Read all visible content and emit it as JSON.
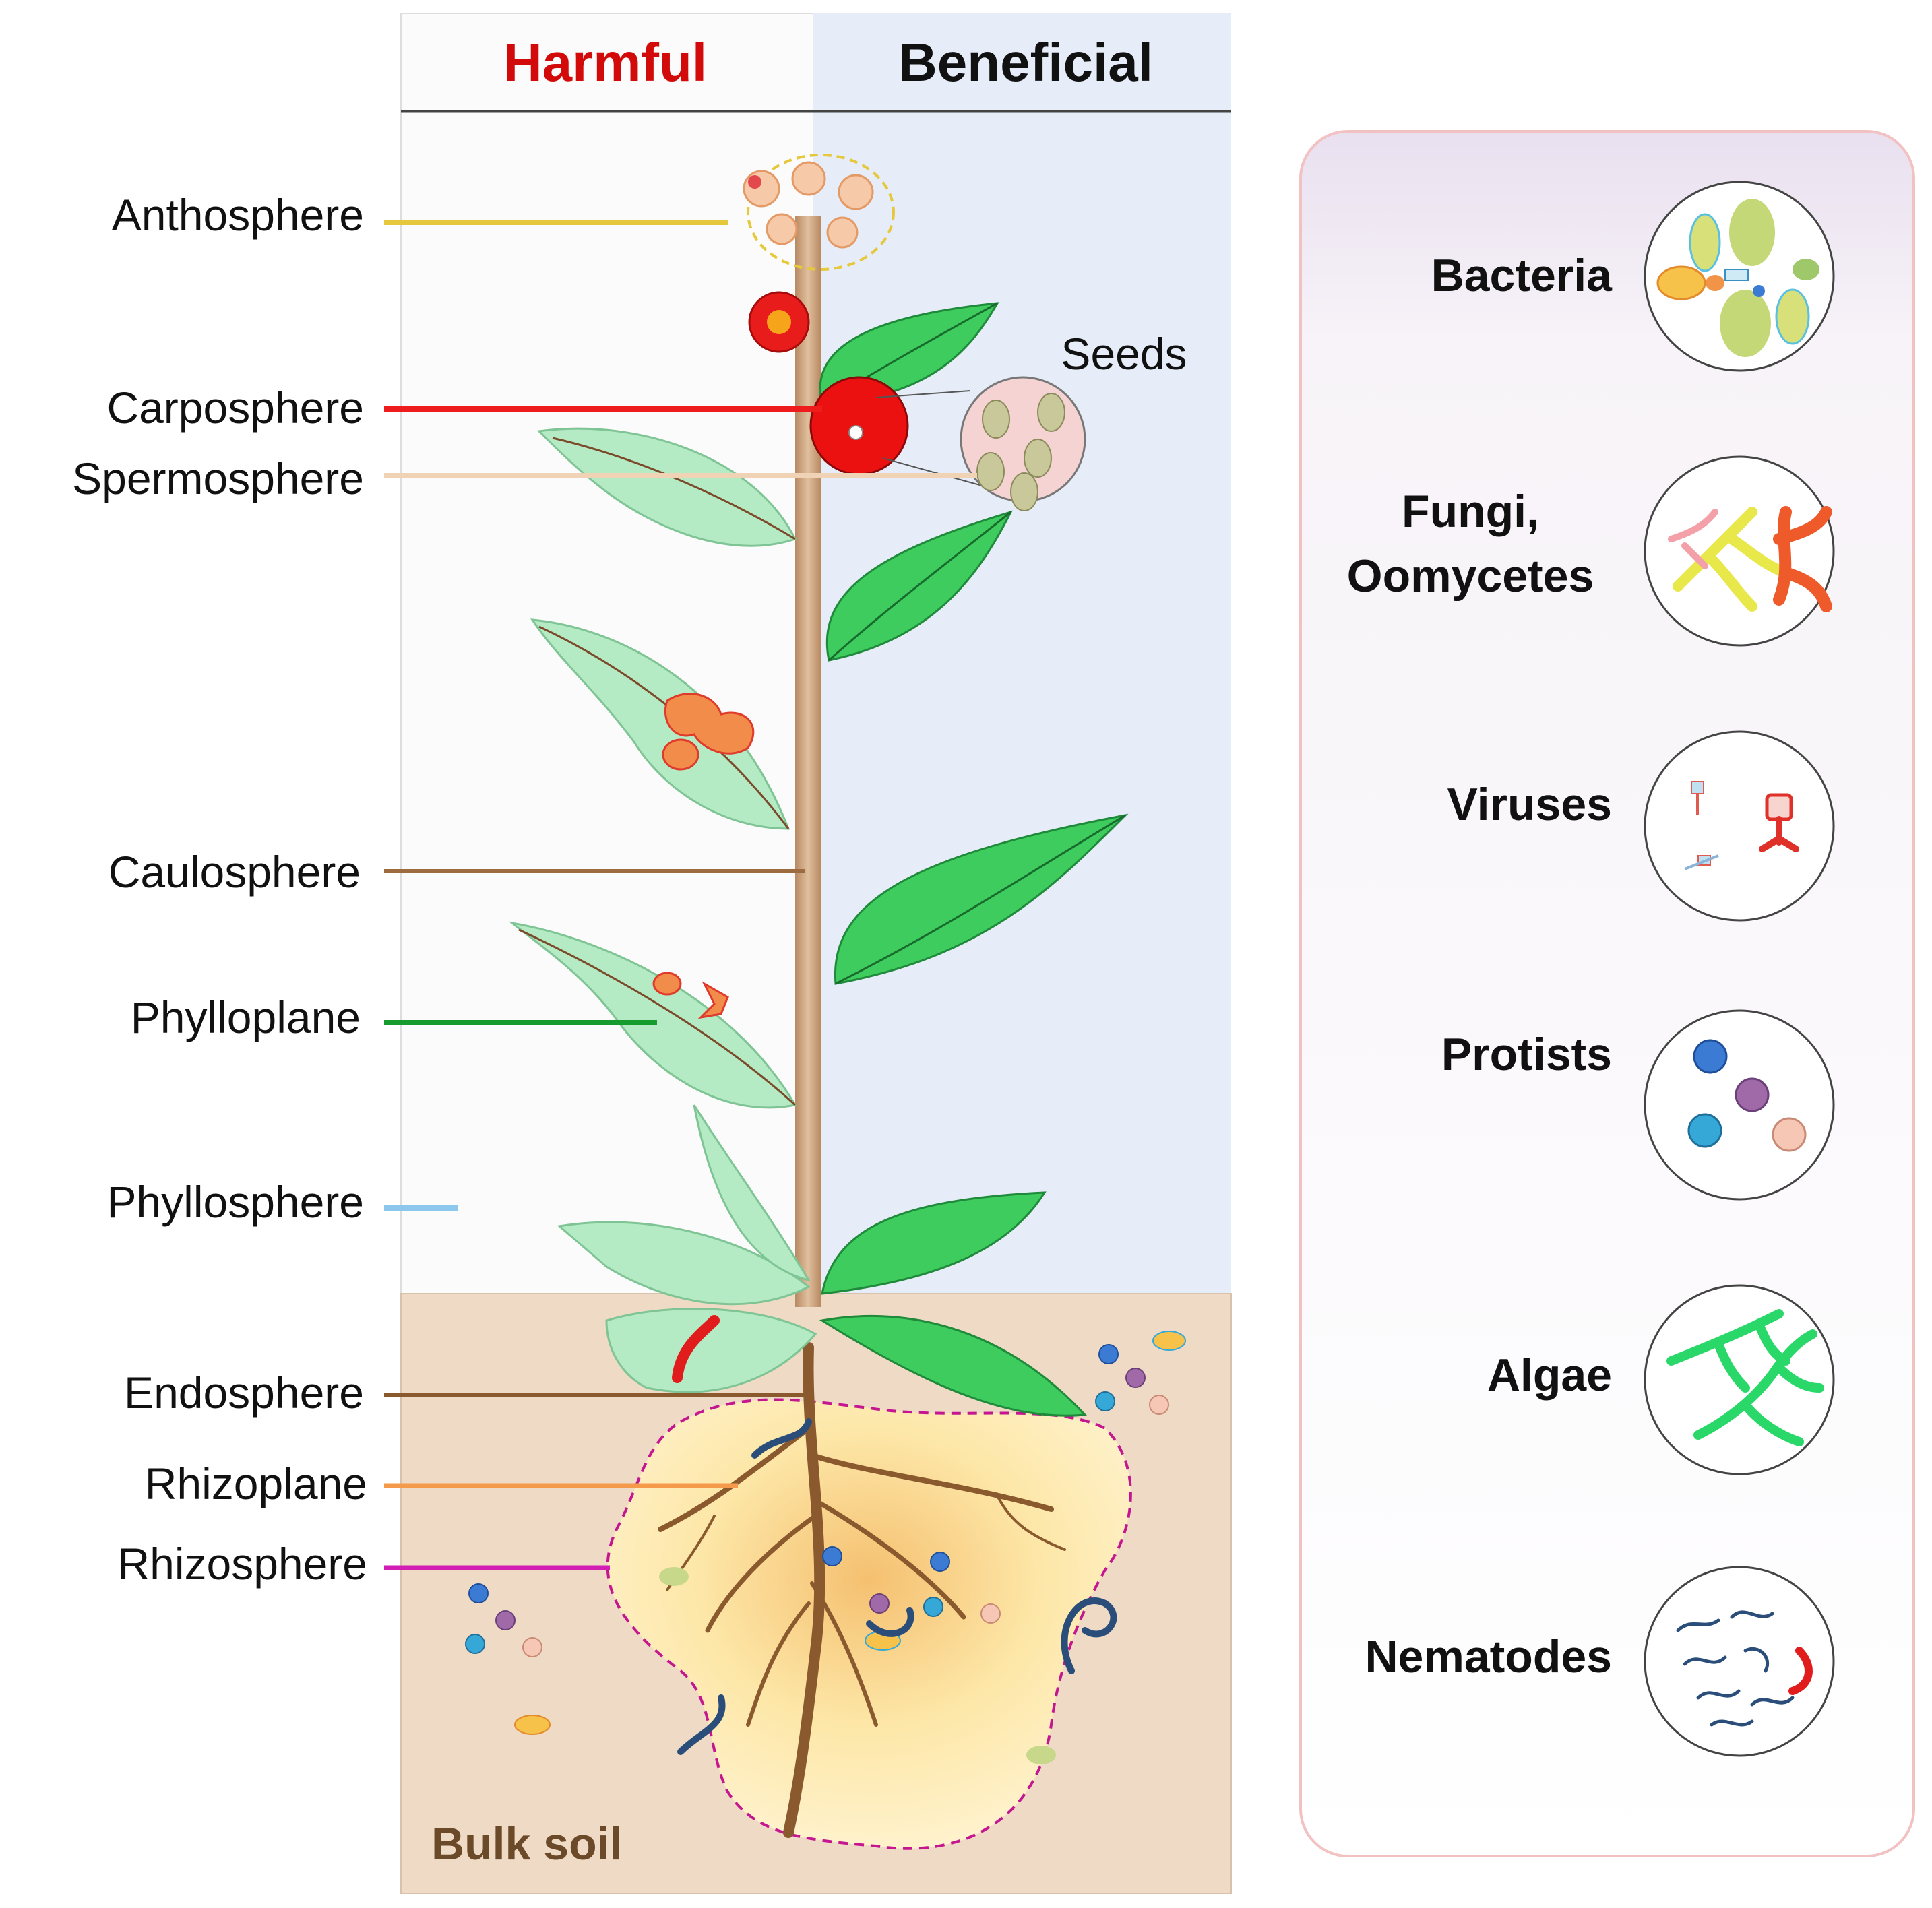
{
  "header": {
    "harmful": "Harmful",
    "beneficial": "Beneficial"
  },
  "compartments": [
    {
      "key": "anthosphere",
      "label": "Anthosphere",
      "color": "#e6c83c"
    },
    {
      "key": "carposphere",
      "label": "Carposphere",
      "color": "#ee1c1c"
    },
    {
      "key": "spermosphere",
      "label": "Spermosphere",
      "color": "#f0d2b4"
    },
    {
      "key": "caulosphere",
      "label": "Caulosphere",
      "color": "#9c6b3f"
    },
    {
      "key": "phylloplane",
      "label": "Phylloplane",
      "color": "#169b2e"
    },
    {
      "key": "phyllosphere",
      "label": "Phyllosphere",
      "color": "#8cc8ee"
    },
    {
      "key": "endosphere",
      "label": "Endosphere",
      "color": "#8a5a2e"
    },
    {
      "key": "rhizoplane",
      "label": "Rhizoplane",
      "color": "#f59a4a"
    },
    {
      "key": "rhizosphere",
      "label": "Rhizosphere",
      "color": "#d21eb4"
    }
  ],
  "seeds_label": "Seeds",
  "bulk_soil_label": "Bulk soil",
  "legend": {
    "items": [
      {
        "key": "bacteria",
        "lines": [
          "Bacteria"
        ],
        "icon": "bacteria-icon"
      },
      {
        "key": "fungi",
        "lines": [
          "Fungi,",
          "Oomycetes"
        ],
        "icon": "fungi-icon"
      },
      {
        "key": "viruses",
        "lines": [
          "Viruses"
        ],
        "icon": "virus-icon"
      },
      {
        "key": "protists",
        "lines": [
          "Protists"
        ],
        "icon": "protist-icon"
      },
      {
        "key": "algae",
        "lines": [
          "Algae"
        ],
        "icon": "algae-icon"
      },
      {
        "key": "nematodes",
        "lines": [
          "Nematodes"
        ],
        "icon": "nematode-icon"
      }
    ]
  },
  "colors": {
    "harmful": "#d20a0a",
    "beneficial_bg": "#e6edf8",
    "soil": "#efdac6",
    "rhizosphere_fill": "#fde7a8",
    "stem": "#caa27e",
    "leaf": "#3fcc5e",
    "leaf_light": "#b5ebc4"
  }
}
